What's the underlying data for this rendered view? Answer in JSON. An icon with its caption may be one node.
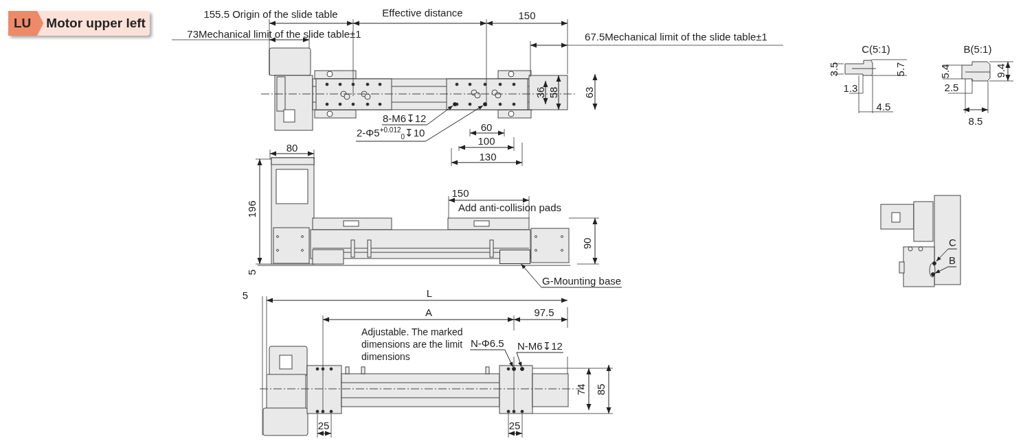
{
  "diagram": {
    "nodes": [
      {
        "text": [
          "LU",
          "Motor upper left"
        ]
      },
      {
        "text": [
          "8-M6↧12"
        ]
      },
      {
        "text": [
          "2-Φ5$^{+0.012}$$_{0}$↧10"
        ]
      },
      {
        "text": [
          "G-Mounting base"
        ]
      },
      {
        "text": [
          "N-Φ6.5"
        ]
      },
      {
        "text": [
          "N-M6↧12"
        ]
      },
      {
        "text": [
          "C"
        ]
      },
      {
        "text": [
          "B"
        ]
      },
      {
        "text": [],
        "shape": "circle"
      },
      {
        "text": [],
        "shape": "circle"
      },
      {
        "text": [],
        "shape": "box"
      },
      {
        "text": [],
        "shape": "circle"
      },
      {
        "text": [],
        "shape": "circle"
      },
      {
        "text": [],
        "shape": "circle"
      },
      {
        "text": [],
        "shape": "circle"
      }
    ],
    "edges": [
      {
        "from": 1,
        "to": 8,
        "arrow": "to"
      },
      {
        "from": 2,
        "to": 9,
        "arrow": "to"
      },
      {
        "from": 3,
        "to": 10,
        "arrow": "to"
      },
      {
        "from": 4,
        "to": 11,
        "arrow": "to"
      },
      {
        "from": 5,
        "to": 12,
        "arrow": "to"
      },
      {
        "from": 6,
        "to": 13,
        "arrow": "to"
      },
      {
        "from": 7,
        "to": 14,
        "arrow": "to"
      }
    ],
    "labels": [
      "155.5 Origin of the slide table",
      "Effective distance",
      "150",
      "73Mechanical limit of the slide table±1",
      "67.5Mechanical limit of the slide table±1",
      "C(5:1)",
      "B(5:1)",
      "3.5",
      "5.7",
      "5.4",
      "9.4",
      "1.3",
      "2.5",
      "36",
      "58",
      "63",
      "4.5",
      "8.5",
      "60",
      "100",
      "130",
      "80",
      "196",
      "150",
      "Add anti-collision pads",
      "90",
      "5",
      "5",
      "L",
      "A",
      "97.5",
      "Adjustable. The marked dimensions are the limit dimensions",
      "74",
      "85",
      "25",
      "25"
    ]
  }
}
